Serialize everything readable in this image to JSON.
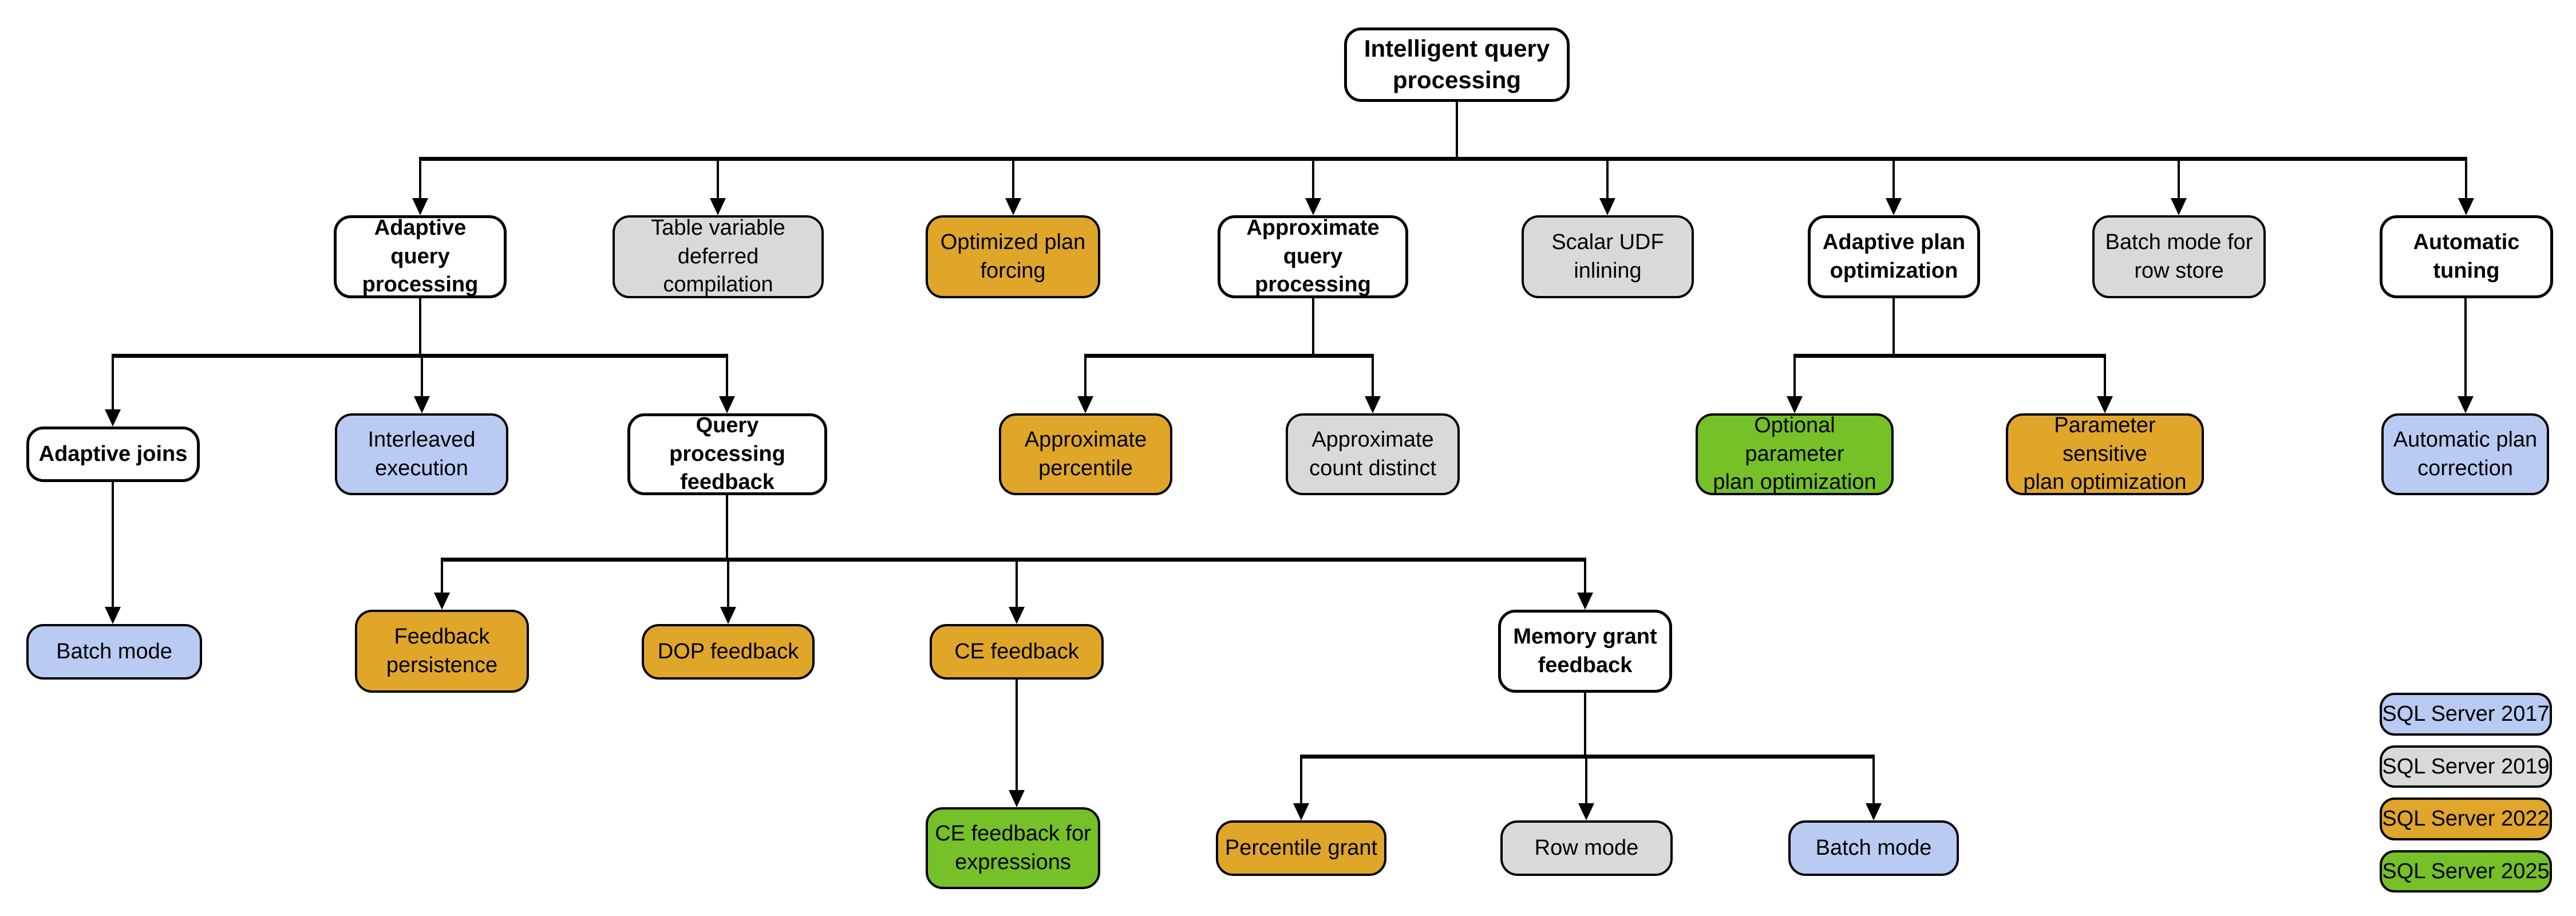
{
  "palette": {
    "white": "#FFFFFF",
    "gray": "#D9D9D9",
    "blue": "#B9CBF2",
    "gold": "#DFA62A",
    "green": "#76C028",
    "line": "#000000"
  },
  "nodes": [
    {
      "id": "intelligent-query-processing",
      "label": "Intelligent query\nprocessing",
      "color": "white",
      "bold": true,
      "root": true
    },
    {
      "id": "adaptive-query-processing",
      "label": "Adaptive query\nprocessing",
      "color": "white",
      "bold": true
    },
    {
      "id": "table-variable-deferred-compilation",
      "label": "Table variable\ndeferred compilation",
      "color": "gray",
      "bold": false
    },
    {
      "id": "optimized-plan-forcing",
      "label": "Optimized plan\nforcing",
      "color": "gold",
      "bold": false
    },
    {
      "id": "approximate-query-processing",
      "label": "Approximate\nquery processing",
      "color": "white",
      "bold": true
    },
    {
      "id": "scalar-udf-inlining",
      "label": "Scalar UDF\ninlining",
      "color": "gray",
      "bold": false
    },
    {
      "id": "adaptive-plan-optimization",
      "label": "Adaptive plan\noptimization",
      "color": "white",
      "bold": true
    },
    {
      "id": "batch-mode-for-row-store",
      "label": "Batch mode for\nrow store",
      "color": "gray",
      "bold": false
    },
    {
      "id": "automatic-tuning",
      "label": "Automatic\ntuning",
      "color": "white",
      "bold": true
    },
    {
      "id": "adaptive-joins",
      "label": "Adaptive joins",
      "color": "white",
      "bold": true
    },
    {
      "id": "interleaved-execution",
      "label": "Interleaved\nexecution",
      "color": "blue",
      "bold": false
    },
    {
      "id": "query-processing-feedback",
      "label": "Query processing\nfeedback",
      "color": "white",
      "bold": true
    },
    {
      "id": "approximate-percentile",
      "label": "Approximate\npercentile",
      "color": "gold",
      "bold": false
    },
    {
      "id": "approximate-count-distinct",
      "label": "Approximate\ncount distinct",
      "color": "gray",
      "bold": false
    },
    {
      "id": "optional-parameter-plan-optimization",
      "label": "Optional parameter\nplan optimization",
      "color": "green",
      "bold": false
    },
    {
      "id": "parameter-sensitive-plan-optimization",
      "label": "Parameter sensitive\nplan optimization",
      "color": "gold",
      "bold": false
    },
    {
      "id": "automatic-plan-correction",
      "label": "Automatic plan\ncorrection",
      "color": "blue",
      "bold": false
    },
    {
      "id": "batch-mode-adaptive-joins",
      "label": "Batch mode",
      "color": "blue",
      "bold": false
    },
    {
      "id": "feedback-persistence",
      "label": "Feedback\npersistence",
      "color": "gold",
      "bold": false
    },
    {
      "id": "dop-feedback",
      "label": "DOP feedback",
      "color": "gold",
      "bold": false
    },
    {
      "id": "ce-feedback",
      "label": "CE feedback",
      "color": "gold",
      "bold": false
    },
    {
      "id": "memory-grant-feedback",
      "label": "Memory grant\nfeedback",
      "color": "white",
      "bold": true
    },
    {
      "id": "ce-feedback-for-expressions",
      "label": "CE feedback for\nexpressions",
      "color": "green",
      "bold": false
    },
    {
      "id": "percentile-grant",
      "label": "Percentile grant",
      "color": "gold",
      "bold": false
    },
    {
      "id": "row-mode",
      "label": "Row mode",
      "color": "gray",
      "bold": false
    },
    {
      "id": "batch-mode-memory-grant",
      "label": "Batch mode",
      "color": "blue",
      "bold": false
    }
  ],
  "legend": [
    {
      "id": "sql-server-2017",
      "label": "SQL Server 2017",
      "color": "blue"
    },
    {
      "id": "sql-server-2019",
      "label": "SQL Server 2019",
      "color": "gray"
    },
    {
      "id": "sql-server-2022",
      "label": "SQL Server 2022",
      "color": "gold"
    },
    {
      "id": "sql-server-2025",
      "label": "SQL Server 2025",
      "color": "green"
    }
  ]
}
